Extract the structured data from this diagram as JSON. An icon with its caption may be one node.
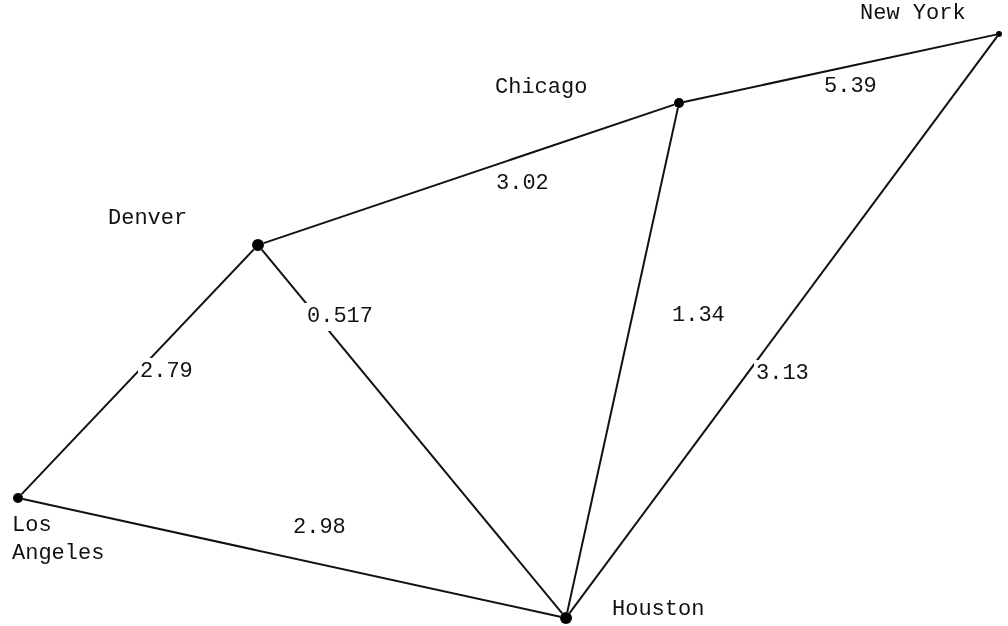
{
  "diagram": {
    "nodes": [
      {
        "text": [],
        "shape": "circle",
        "beside": [
          "New York"
        ]
      },
      {
        "text": [],
        "shape": "circle",
        "beside": [
          "Chicago"
        ]
      },
      {
        "text": [],
        "shape": "circle",
        "beside": [
          "Denver"
        ]
      },
      {
        "text": [],
        "shape": "circle",
        "beside": [
          "Los Angeles"
        ]
      },
      {
        "text": [],
        "shape": "circle",
        "beside": [
          "Houston"
        ]
      }
    ],
    "edges": [
      {
        "from": 1,
        "to": 0,
        "arrow": "none",
        "label": "5.39"
      },
      {
        "from": 2,
        "to": 1,
        "arrow": "none",
        "label": "3.02"
      },
      {
        "from": 2,
        "to": 4,
        "arrow": "none",
        "label": "0.517"
      },
      {
        "from": 1,
        "to": 4,
        "arrow": "none",
        "label": "1.34"
      },
      {
        "from": 0,
        "to": 4,
        "arrow": "none",
        "label": "3.13"
      },
      {
        "from": 3,
        "to": 2,
        "arrow": "none",
        "label": "2.79"
      },
      {
        "from": 3,
        "to": 4,
        "arrow": "none",
        "label": "2.98"
      }
    ]
  }
}
